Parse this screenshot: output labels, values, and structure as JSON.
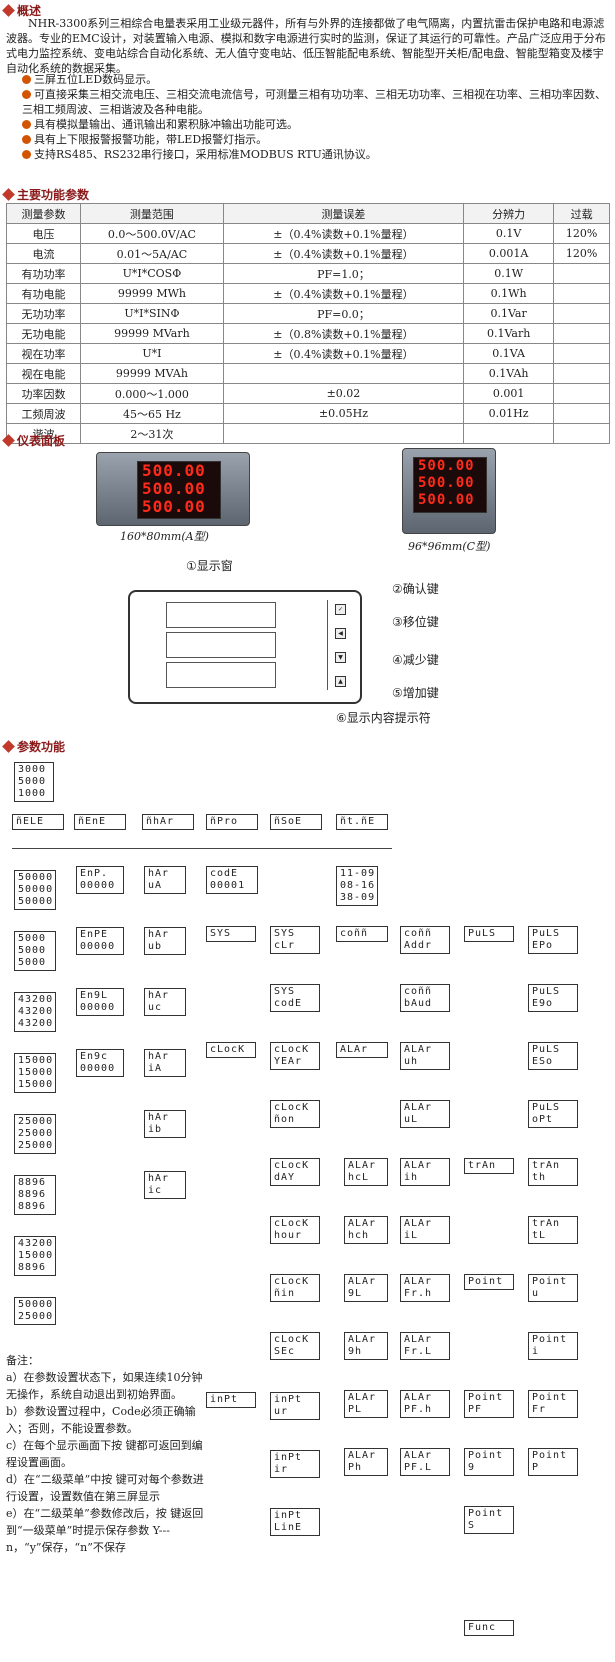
{
  "overview": {
    "title": "概述",
    "text": "NHR-3300系列三相综合电量表采用工业级元器件，所有与外界的连接都做了电气隔离，内置抗雷击保护电路和电源滤波器。专业的EMC设计，对装置输入电源、模拟和数字电源进行实时的监测，保证了其运行的可靠性。产品广泛应用于分布式电力监控系统、变电站综合自动化系统、无人值守变电站、低压智能配电系统、智能型开关柜/配电盘、智能型箱变及楼宇自动化系统的数据采集。",
    "features": [
      "三屏五位LED数码显示。",
      "可直接采集三相交流电压、三相交流电流信号，可测量三相有功功率、三相无功功率、三相视在功率、三相功率因数、三相工频周波、三相谐波及各种电能。",
      "具有模拟量输出、通讯输出和累积脉冲输出功能可选。",
      "具有上下限报警报警功能，带LED报警灯指示。",
      "支持RS485、RS232串行接口，采用标准MODBUS RTU通讯协议。"
    ]
  },
  "params": {
    "title": "主要功能参数",
    "headers": [
      "测量参数",
      "测量范围",
      "测量误差",
      "分辨力",
      "过载"
    ],
    "rows": [
      [
        "电压",
        "0.0～500.0V/AC",
        "±（0.4%读数+0.1%量程）",
        "0.1V",
        "120%"
      ],
      [
        "电流",
        "0.01～5A/AC",
        "±（0.4%读数+0.1%量程）",
        "0.001A",
        "120%"
      ],
      [
        "有功功率",
        "U*I*COSΦ",
        "PF=1.0；",
        "0.1W",
        ""
      ],
      [
        "有功电能",
        "99999 MWh",
        "±（0.4%读数+0.1%量程）",
        "0.1Wh",
        ""
      ],
      [
        "无功功率",
        "U*I*SINΦ",
        "PF=0.0；",
        "0.1Var",
        ""
      ],
      [
        "无功电能",
        "99999 MVarh",
        "±（0.8%读数+0.1%量程）",
        "0.1Varh",
        ""
      ],
      [
        "视在功率",
        "U*I",
        "±（0.4%读数+0.1%量程）",
        "0.1VA",
        ""
      ],
      [
        "视在电能",
        "99999 MVAh",
        "",
        "0.1VAh",
        ""
      ],
      [
        "功率因数",
        "0.000～1.000",
        "±0.02",
        "0.001",
        ""
      ],
      [
        "工频周波",
        "45～65 Hz",
        "±0.05Hz",
        "0.01Hz",
        ""
      ],
      [
        "谐波",
        "2～31次",
        "",
        "",
        ""
      ]
    ]
  },
  "panel": {
    "title": "仪表面板",
    "led_value": "500.00",
    "caption_a": "160*80mm(A型)",
    "caption_c": "96*96mm(C型)",
    "callouts": [
      "①显示窗",
      "②确认键",
      "③移位键",
      "④减少键",
      "⑤增加键",
      "⑥显示内容提示符"
    ]
  },
  "function": {
    "title": "参数功能",
    "top_lcd": [
      "3000",
      "5000",
      "1000"
    ],
    "menu": [
      "ñELE",
      "ñEnE",
      "ñhAr",
      "ñPro",
      "ñSoE",
      "ñt.ñE"
    ],
    "col1": [
      [
        "50000",
        "50000",
        "50000"
      ],
      [
        "5000",
        "5000",
        "5000"
      ],
      [
        "43200",
        "43200",
        "43200"
      ],
      [
        "15000",
        "15000",
        "15000"
      ],
      [
        "25000",
        "25000",
        "25000"
      ],
      [
        "8896",
        "8896",
        "8896"
      ],
      [
        "43200",
        "15000",
        "8896"
      ],
      [
        "50000",
        "25000",
        ""
      ]
    ],
    "col2": [
      [
        "EnP.",
        "00000"
      ],
      [
        "EnPE",
        "00000"
      ],
      [
        "En9L",
        "00000"
      ],
      [
        "En9c",
        "00000"
      ]
    ],
    "col3": [
      [
        "hAr",
        "uA"
      ],
      [
        "hAr",
        "ub"
      ],
      [
        "hAr",
        "uc"
      ],
      [
        "hAr",
        "iA"
      ],
      [
        "hAr",
        "ib"
      ],
      [
        "hAr",
        "ic"
      ]
    ],
    "code_lcd": [
      "codE",
      "00001"
    ],
    "time_lcd": [
      "11-09",
      "08-16",
      "38-09"
    ],
    "sys": [
      "SYS"
    ],
    "sys_sub": [
      [
        "SYS",
        "cLr"
      ],
      [
        "SYS",
        "codE"
      ]
    ],
    "clock": [
      "cLocK"
    ],
    "clock_sub": [
      [
        "cLocK",
        "YEAr"
      ],
      [
        "cLocK",
        "ñon"
      ],
      [
        "cLocK",
        "dAY"
      ],
      [
        "cLocK",
        "hour"
      ],
      [
        "cLocK",
        "ñin"
      ],
      [
        "cLocK",
        "SEc"
      ]
    ],
    "input": [
      "inPt"
    ],
    "input_sub": [
      [
        "inPt",
        "ur"
      ],
      [
        "inPt",
        "ir"
      ],
      [
        "inPt",
        "LinE"
      ]
    ],
    "comm": [
      "coññ"
    ],
    "comm_sub": [
      [
        "coññ",
        "Addr"
      ],
      [
        "coññ",
        "bAud"
      ]
    ],
    "alarm": [
      "ALAr"
    ],
    "alarm_sub": [
      [
        "ALAr",
        "uh"
      ],
      [
        "ALAr",
        "uL"
      ],
      [
        "ALAr",
        "ih"
      ],
      [
        "ALAr",
        "iL"
      ],
      [
        "ALAr",
        "Fr.h"
      ],
      [
        "ALAr",
        "Fr.L"
      ],
      [
        "ALAr",
        "PF.h"
      ],
      [
        "ALAr",
        "PF.L"
      ]
    ],
    "alarm_sub2": [
      [
        "ALAr",
        "hcL"
      ],
      [
        "ALAr",
        "hch"
      ],
      [
        "ALAr",
        "9L"
      ],
      [
        "ALAr",
        "9h"
      ],
      [
        "ALAr",
        "PL"
      ],
      [
        "ALAr",
        "Ph"
      ]
    ],
    "puls": [
      "PuLS"
    ],
    "puls_sub": [
      [
        "PuLS",
        "EPo"
      ],
      [
        "PuLS",
        "E9o"
      ],
      [
        "PuLS",
        "ESo"
      ],
      [
        "PuLS",
        "oPt"
      ]
    ],
    "tran": [
      "trAn"
    ],
    "tran_sub": [
      [
        "trAn",
        "th"
      ],
      [
        "trAn",
        "tL"
      ]
    ],
    "point": [
      "Point"
    ],
    "point_sub": [
      [
        "Point",
        "u"
      ],
      [
        "Point",
        "i"
      ],
      [
        "Point",
        "Fr"
      ],
      [
        "Point",
        "P"
      ],
      [
        "Point",
        "PF"
      ],
      [
        "Point",
        "9"
      ],
      [
        "Point",
        "S"
      ]
    ],
    "func": [
      "Func"
    ]
  },
  "notes": {
    "title": "备注：",
    "items": [
      "a）在参数设置状态下，如果连续10分钟无操作，系统自动退出到初始界面。",
      "b）参数设置过程中，Code必须正确输入；否则，不能设置参数。",
      "c）在每个显示画面下按 键都可返回到编程设置画面。",
      "d）在“二级菜单”中按 键可对每个参数进行设置，设置数值在第三屏显示",
      "e）在“二级菜单”参数修改后，按 键返回到“一级菜单”时提示保存参数 Y---n，“y”保存，“n”不保存"
    ]
  }
}
